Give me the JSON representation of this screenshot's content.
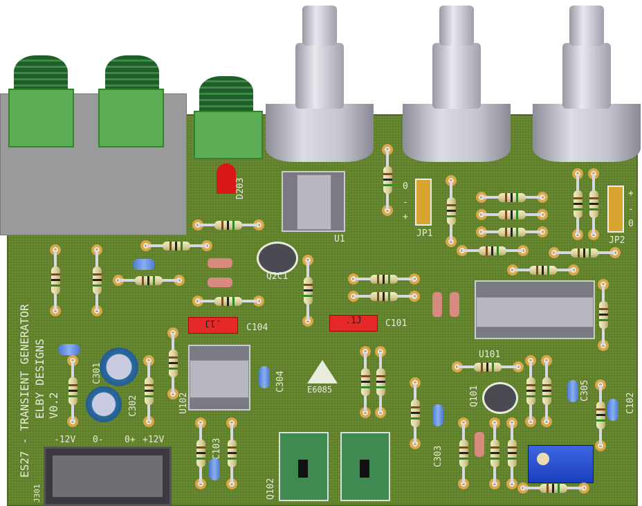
{
  "board": {
    "title_line1": "ES27 - TRANSIENT GENERATOR",
    "title_line2": "ELBY DESIGNS",
    "version": "V0.2",
    "cert_mark": "E6085"
  },
  "labels": {
    "led": "D203",
    "ic_u1": "U1",
    "transistor_q2": "Q2C1",
    "cap_c104": "C104",
    "cap_c104_value": ".1J",
    "cap_c101": "C101",
    "cap_c101_value": ".1J",
    "jp1": "JP1",
    "jp2": "JP2",
    "ic_u101": "U101",
    "transistor_q101": "Q101",
    "cap_c303": "C303",
    "cap_c304": "C304",
    "cap_c305": "C305",
    "cap_c102": "C102",
    "cap_c103": "C103",
    "ic_u102": "U102",
    "module_q102": "Q102",
    "cap_c301": "C301",
    "cap_c302": "C302",
    "header_j301": "J301"
  },
  "jp1_marks": [
    "0",
    "-",
    "+"
  ],
  "jp2_marks": [
    "+",
    "-",
    "0"
  ],
  "power_header_labels": [
    "-12V",
    "0-",
    "0+",
    "+12V"
  ],
  "colors": {
    "pcb": "#5f7f2c",
    "silkscreen": "#e8ecdc",
    "pad": "#c8962e"
  }
}
